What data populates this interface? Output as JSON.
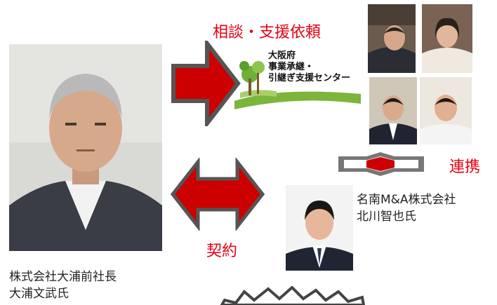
{
  "labels": {
    "consult": "相談・支援依頼",
    "partner": "連携",
    "contract": "契約"
  },
  "center_logo": {
    "line1": "大阪府",
    "line2": "事業承継・",
    "line3": "引継ぎ支援センター"
  },
  "advisor": {
    "company": "名南M&A株式会社",
    "name": "北川智也氏"
  },
  "owner": {
    "company": "株式会社大浦前社長",
    "name": "大浦文武氏"
  },
  "colors": {
    "accent_red": "#e60012",
    "arrow_fill": "#cc0000",
    "arrow_border": "#555555"
  }
}
